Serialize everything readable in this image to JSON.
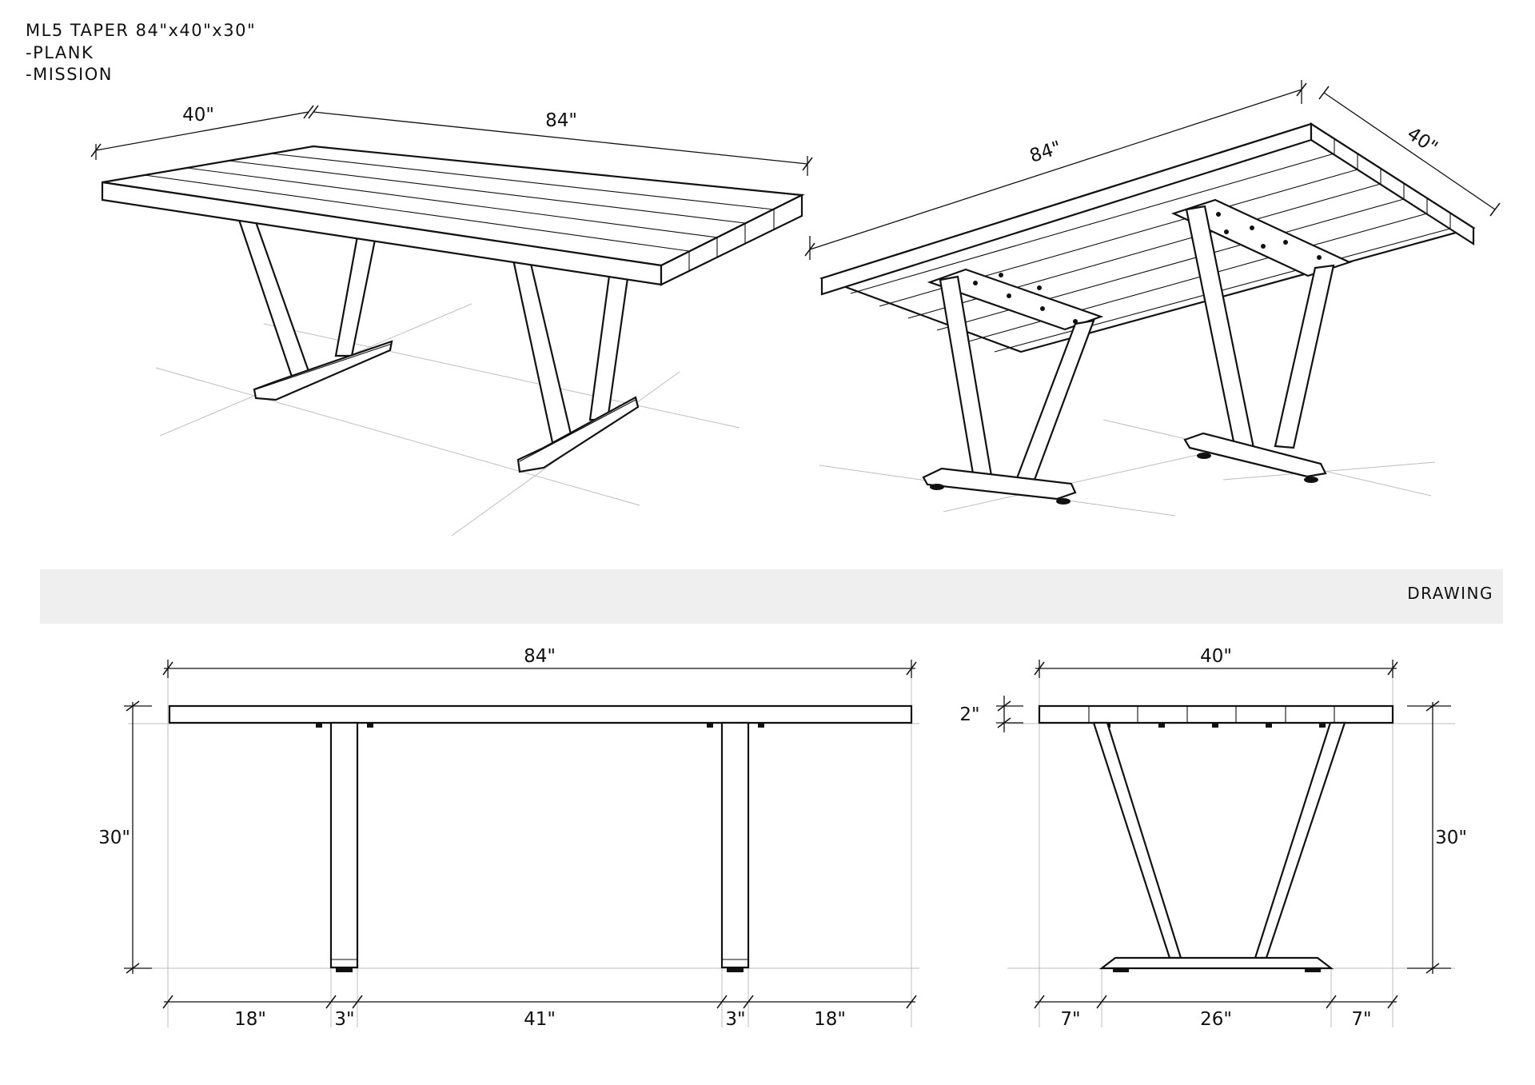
{
  "header": {
    "title": "ML5 TAPER 84\"x40\"x30\"",
    "line2": "-PLANK",
    "line3": "-MISSION"
  },
  "section": {
    "label": "DRAWING"
  },
  "iso_front": {
    "width_label": "40\"",
    "length_label": "84\""
  },
  "iso_under": {
    "length_label": "84\"",
    "width_label": "40\""
  },
  "side_view": {
    "length": "84\"",
    "height": "30\"",
    "offset_left": "18\"",
    "leg_left": "3\"",
    "span": "41\"",
    "leg_right": "3\"",
    "offset_right": "18\""
  },
  "end_view": {
    "width": "40\"",
    "top_thickness": "2\"",
    "height": "30\"",
    "foot_left": "7\"",
    "foot_span": "26\"",
    "foot_right": "7\""
  }
}
